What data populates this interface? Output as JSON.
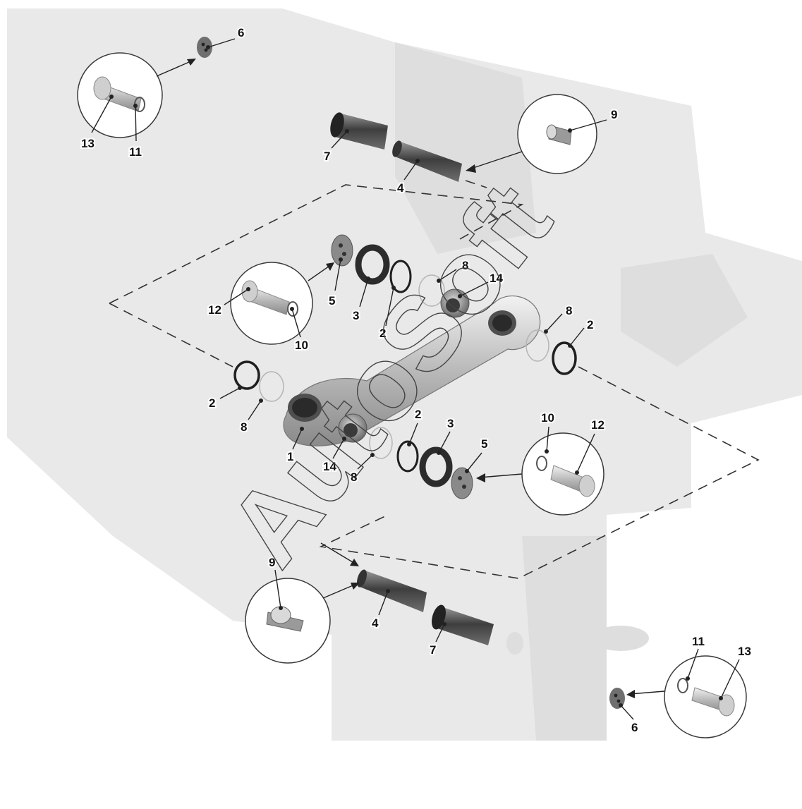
{
  "watermark": "AutoSoft",
  "callouts": {
    "c1": "1",
    "c2a": "2",
    "c2b": "2",
    "c2c": "2",
    "c2d": "2",
    "c3a": "3",
    "c3b": "3",
    "c4a": "4",
    "c4b": "4",
    "c5a": "5",
    "c5b": "5",
    "c6a": "6",
    "c6b": "6",
    "c7a": "7",
    "c7b": "7",
    "c8a": "8",
    "c8b": "8",
    "c8c": "8",
    "c8d": "8",
    "c9a": "9",
    "c9b": "9",
    "c10a": "10",
    "c10b": "10",
    "c11a": "11",
    "c11b": "11",
    "c12a": "12",
    "c12b": "12",
    "c13a": "13",
    "c13b": "13",
    "c14a": "14",
    "c14b": "14"
  },
  "colors": {
    "background": "#ffffff",
    "frame": "#e9e9e9",
    "part_dark": "#4a4a4a",
    "part_mid": "#8f8f8f",
    "part_light": "#d4d4d4"
  }
}
